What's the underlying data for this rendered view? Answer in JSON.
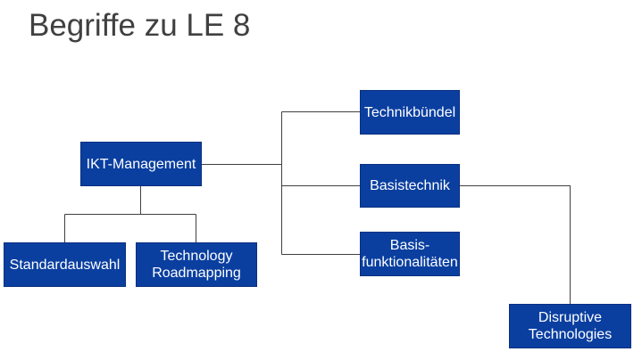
{
  "slide": {
    "title": "Begriffe zu LE 8"
  },
  "nodes": {
    "ikt_management": "IKT-Management",
    "standardauswahl": "Standardauswahl",
    "technology_roadmapping": "Technology\nRoadmapping",
    "technikbuendel": "Technikbündel",
    "basistechnik": "Basistechnik",
    "basisfunktionalitaeten": "Basis-\nfunktionalitäten",
    "disruptive_technologies": "Disruptive\nTechnologies"
  },
  "colors": {
    "node_fill": "#0a3fa0",
    "node_text": "#ffffff",
    "connector": "#404040",
    "title": "#404040"
  }
}
